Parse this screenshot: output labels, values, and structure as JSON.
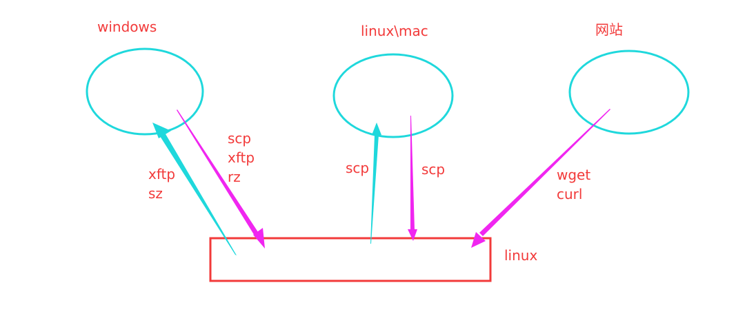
{
  "colors": {
    "ellipse": "#1fd8dc",
    "upload_arrow": "#1fd8dc",
    "download_arrow": "#f026f0",
    "box": "#f23a3a",
    "text": "#f23a3a"
  },
  "nodes": [
    {
      "id": "windows",
      "label": "windows"
    },
    {
      "id": "linux_mac",
      "label": "linux\\mac"
    },
    {
      "id": "website",
      "label": "网站"
    },
    {
      "id": "linux",
      "label": "linux"
    }
  ],
  "edges": [
    {
      "from": "linux",
      "to": "windows",
      "color": "cyan",
      "tools": [
        "xftp",
        "sz"
      ]
    },
    {
      "from": "windows",
      "to": "linux",
      "color": "magenta",
      "tools": [
        "scp",
        "xftp",
        "rz"
      ]
    },
    {
      "from": "linux",
      "to": "linux_mac",
      "color": "cyan",
      "tools": [
        "scp"
      ]
    },
    {
      "from": "linux_mac",
      "to": "linux",
      "color": "magenta",
      "tools": [
        "scp"
      ]
    },
    {
      "from": "website",
      "to": "linux",
      "color": "magenta",
      "tools": [
        "wget",
        "curl"
      ]
    }
  ],
  "labels": {
    "windows": "windows",
    "linux_mac": "linux\\mac",
    "website": "网站",
    "linux": "linux",
    "win_up_1": "xftp",
    "win_up_2": "sz",
    "win_down_1": "scp",
    "win_down_2": "xftp",
    "win_down_3": "rz",
    "mac_up": "scp",
    "mac_down": "scp",
    "web_down_1": "wget",
    "web_down_2": "curl"
  }
}
